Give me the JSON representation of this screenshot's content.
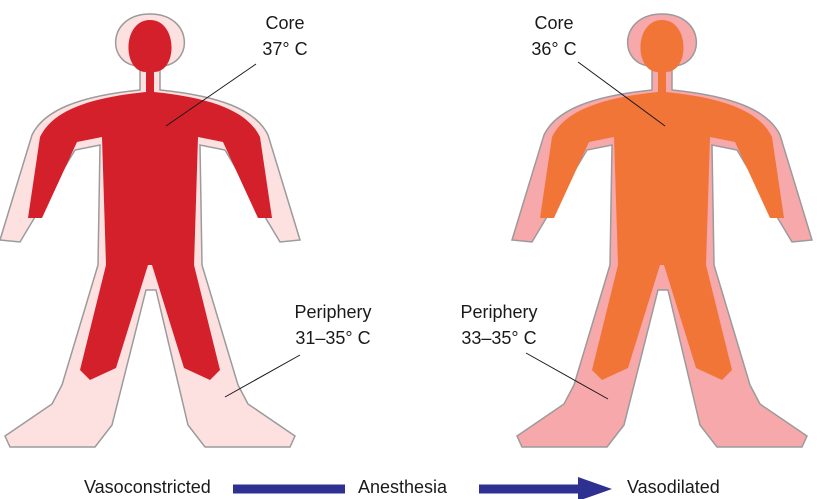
{
  "colors": {
    "left_skin": "#fde0e0",
    "left_core": "#d4202a",
    "right_skin": "#f6a8aa",
    "right_core": "#f27538",
    "outline": "#9b9b9b",
    "arrow": "#2e3192",
    "leader_line": "#1a1a1a"
  },
  "left_figure": {
    "core_label": "Core",
    "core_temp": "37° C",
    "periphery_label": "Periphery",
    "periphery_temp": "31–35° C"
  },
  "right_figure": {
    "core_label": "Core",
    "core_temp": "36° C",
    "periphery_label": "Periphery",
    "periphery_temp": "33–35° C"
  },
  "bottom": {
    "left_state": "Vasoconstricted",
    "middle": "Anesthesia",
    "right_state": "Vasodilated"
  }
}
